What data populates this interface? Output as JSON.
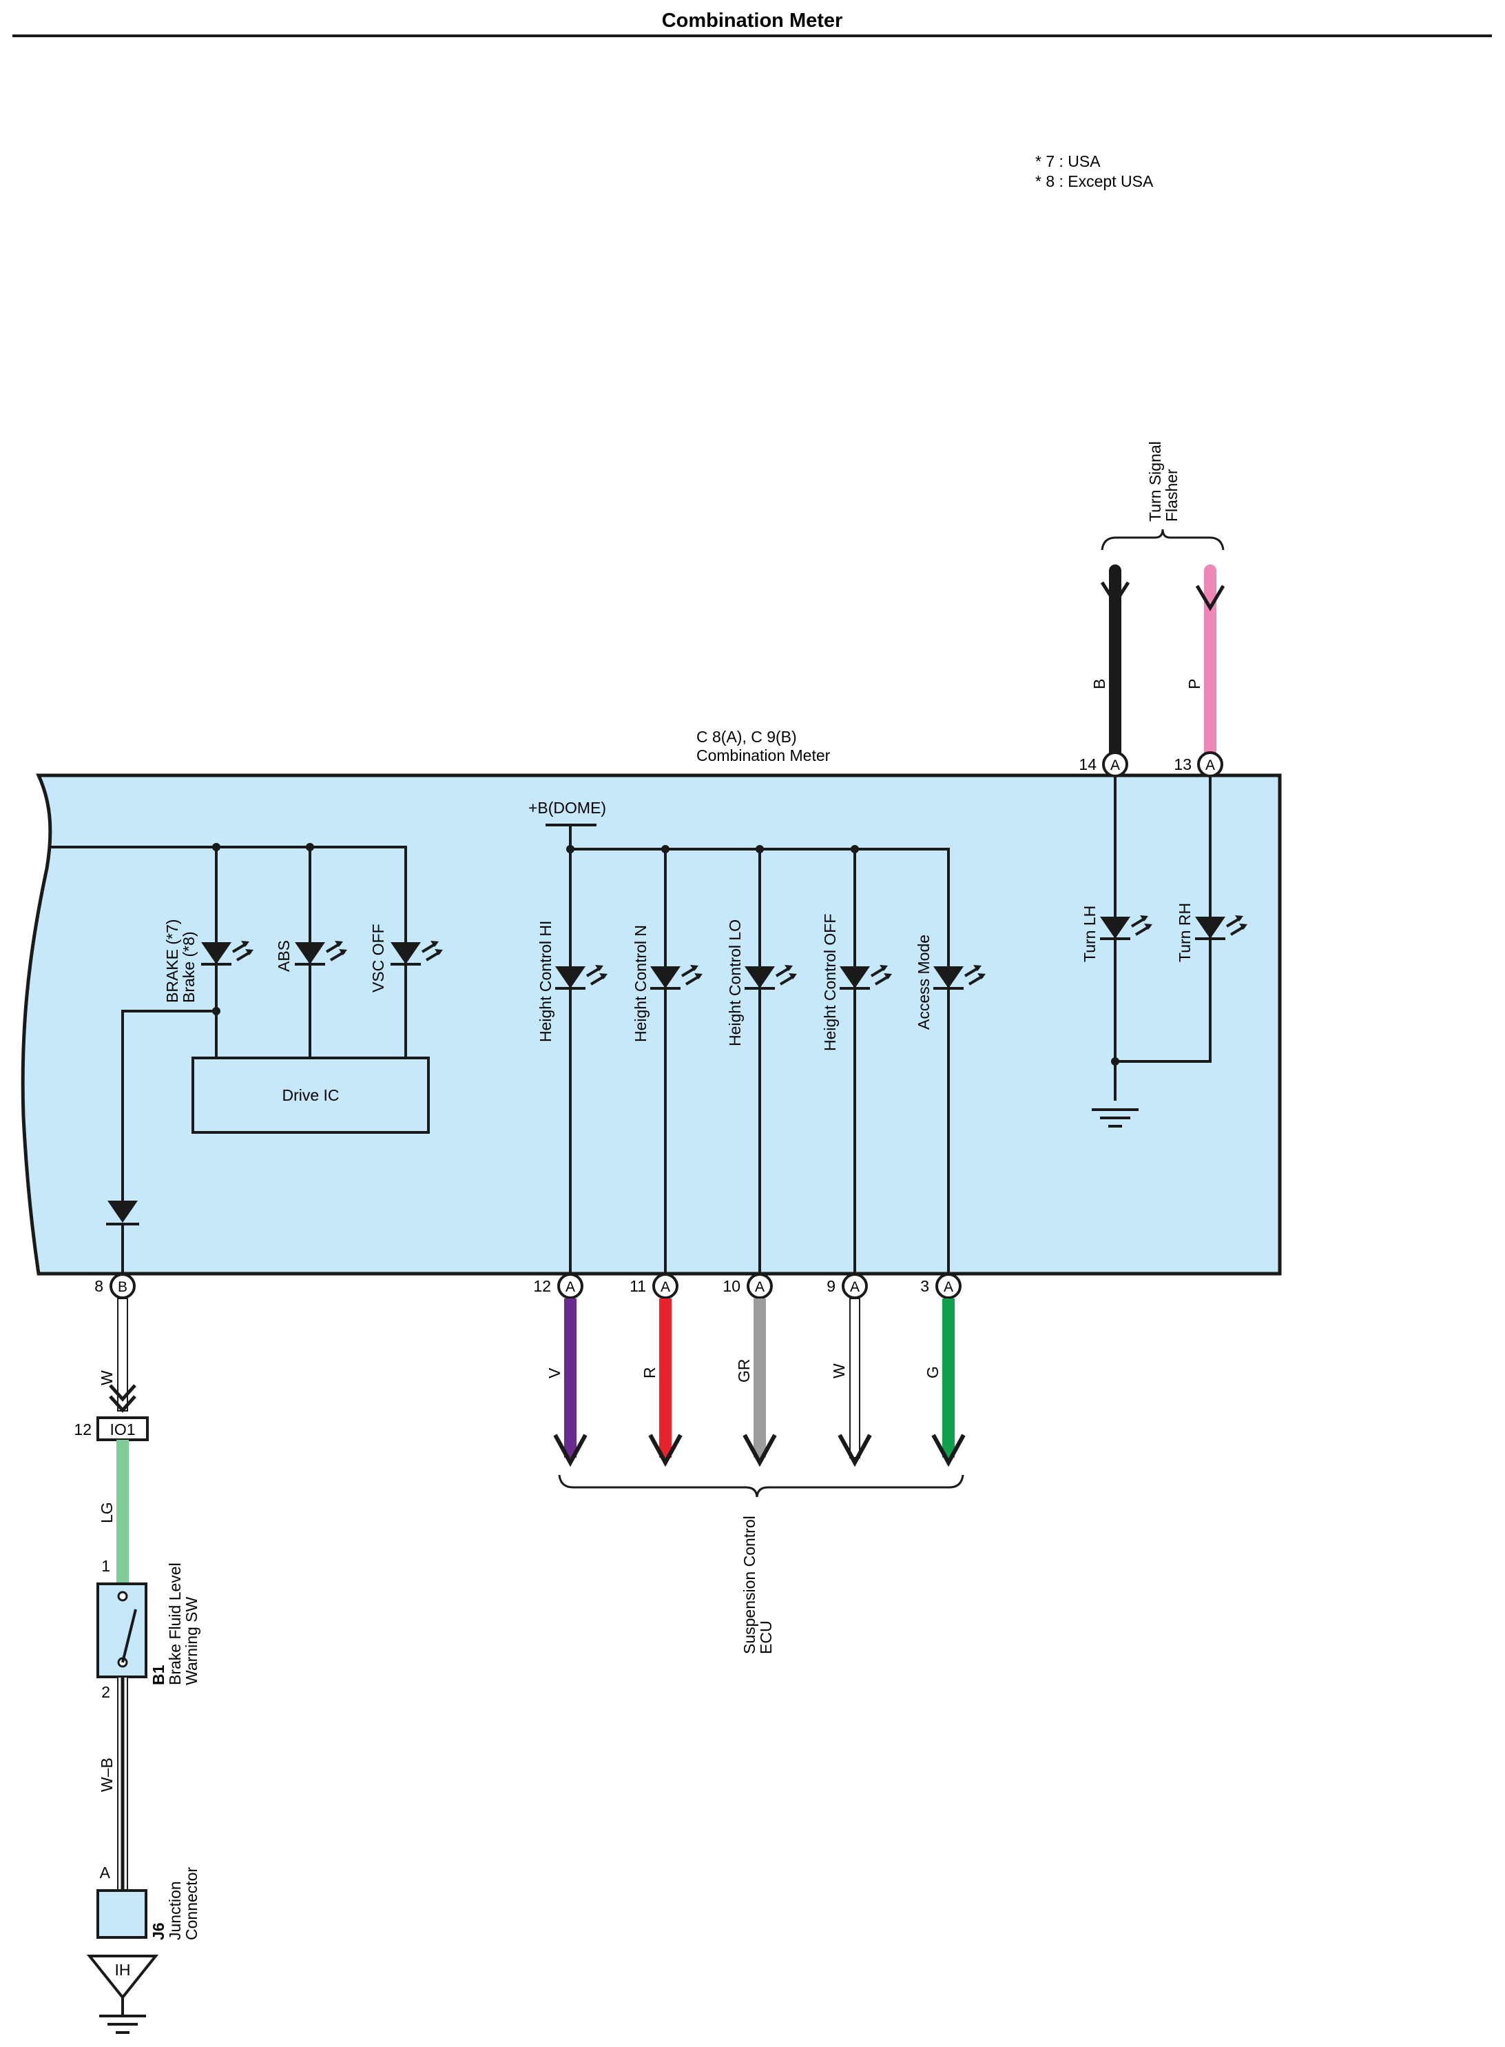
{
  "title": "Combination Meter",
  "notes": [
    "* 7 : USA",
    "* 8 : Except USA"
  ],
  "meter": {
    "connector_label": "C 8(A), C 9(B)",
    "name": "Combination Meter",
    "power_label": "+B(DOME)",
    "drive_ic": "Drive IC",
    "background_color": "#c7e8f9"
  },
  "leds": {
    "brake_line1": "BRAKE (*7)",
    "brake_line2": "Brake (*8)",
    "abs": "ABS",
    "vsc_off": "VSC OFF",
    "height_hi": "Height Control HI",
    "height_n": "Height Control N",
    "height_lo": "Height Control LO",
    "height_off": "Height Control OFF",
    "access_mode": "Access Mode",
    "turn_lh": "Turn LH",
    "turn_rh": "Turn RH"
  },
  "turn_signal": {
    "label_line1": "Turn Signal",
    "label_line2": "Flasher",
    "wires": [
      {
        "pin": "14",
        "connector": "A",
        "color_code": "B",
        "color": "#1a1a1a"
      },
      {
        "pin": "13",
        "connector": "A",
        "color_code": "P",
        "color": "#ef86b8"
      }
    ]
  },
  "bottom_pins": [
    {
      "pin": "8",
      "connector": "B",
      "color_code": "W",
      "color": "#ffffff"
    },
    {
      "pin": "12",
      "connector": "A",
      "color_code": "V",
      "color": "#6a2b8f"
    },
    {
      "pin": "11",
      "connector": "A",
      "color_code": "R",
      "color": "#e8232b"
    },
    {
      "pin": "10",
      "connector": "A",
      "color_code": "GR",
      "color": "#9c9c9c"
    },
    {
      "pin": "9",
      "connector": "A",
      "color_code": "W",
      "color": "#ffffff"
    },
    {
      "pin": "3",
      "connector": "A",
      "color_code": "G",
      "color": "#10a04c"
    }
  ],
  "suspension": {
    "label_line1": "Suspension Control",
    "label_line2": "ECU"
  },
  "io1": {
    "pin": "12",
    "label": "IO1"
  },
  "lg_wire": {
    "color_code": "LG",
    "color": "#7fcc98"
  },
  "brake_switch": {
    "pin_top": "1",
    "pin_bottom": "2",
    "id": "B1",
    "name_line1": "Brake Fluid Level",
    "name_line2": "Warning SW"
  },
  "wb_wire": {
    "color_code": "W–B"
  },
  "junction": {
    "pin": "A",
    "id": "J6",
    "name_line1": "Junction",
    "name_line2": "Connector"
  },
  "ground_point": "IH"
}
